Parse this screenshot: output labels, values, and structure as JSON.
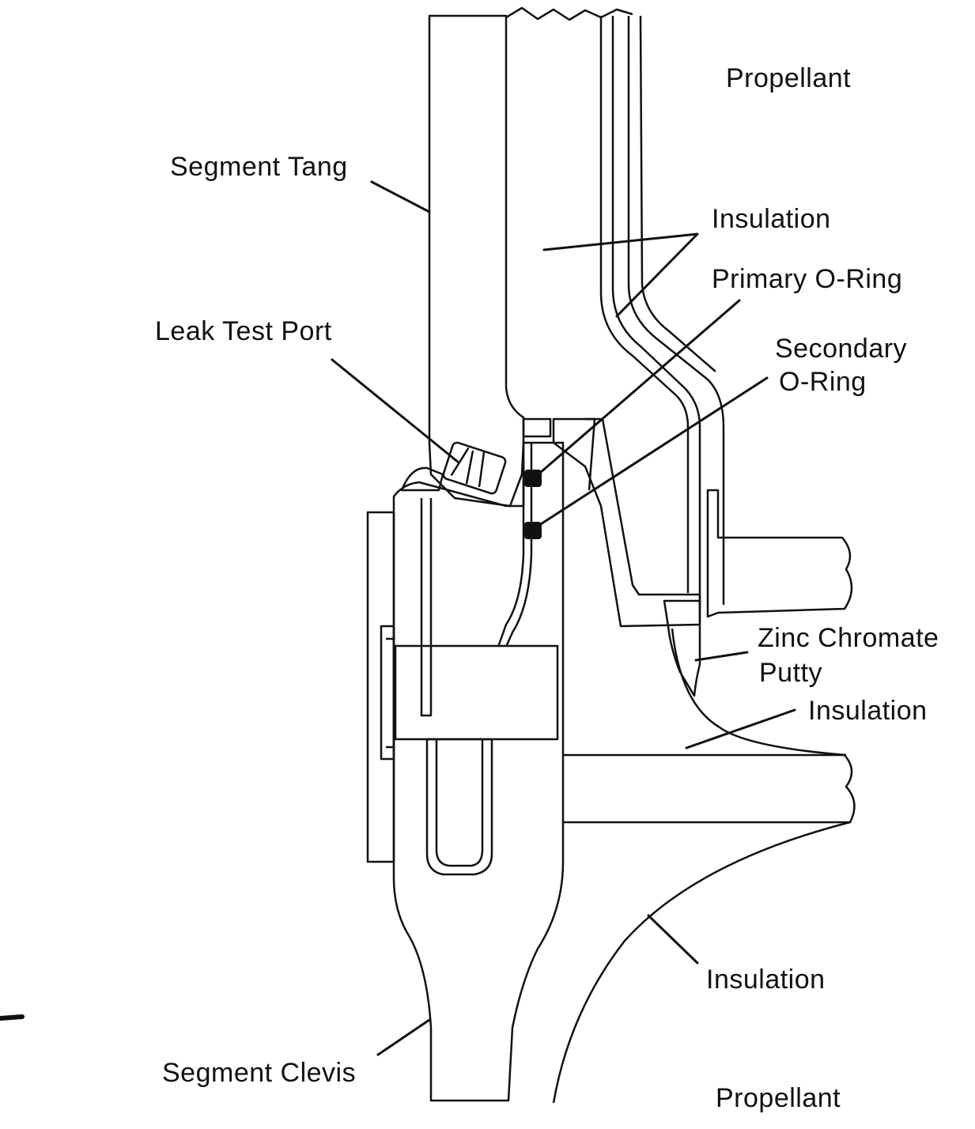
{
  "labels": {
    "propellant_top": "Propellant",
    "segment_tang": "Segment Tang",
    "insulation_upper": "Insulation",
    "primary_o_ring": "Primary O-Ring",
    "leak_test_port": "Leak Test Port",
    "secondary_o_ring_line1": "Secondary",
    "secondary_o_ring_line2": "O-Ring",
    "zinc_chromate_line1": "Zinc Chromate",
    "zinc_chromate_line2": "Putty",
    "insulation_middle": "Insulation",
    "insulation_lower": "Insulation",
    "segment_clevis": "Segment Clevis",
    "propellant_bottom": "Propellant"
  },
  "colors": {
    "ink": "#111111",
    "paper": "#ffffff"
  }
}
